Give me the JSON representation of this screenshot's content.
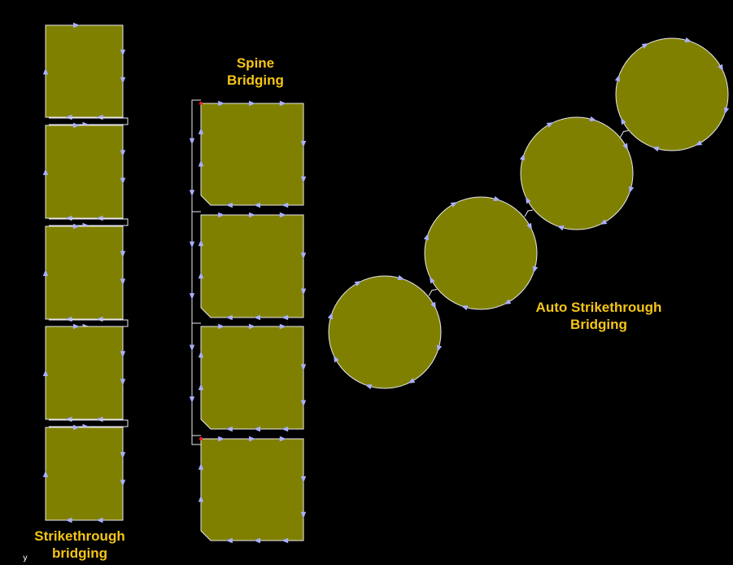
{
  "labels": {
    "strikethrough": [
      "Strikethrough",
      "bridging"
    ],
    "spine": [
      "Spine",
      "Bridging"
    ],
    "auto_strikethrough": [
      "Auto Strikethrough",
      "Bridging"
    ],
    "axis_letter": "y"
  },
  "colors": {
    "shape_fill": "#808000",
    "outline": "#e8e8f0",
    "arrow": "#aab0ff",
    "label": "#f5c518",
    "marker": "#ff2020",
    "background": "#000000"
  }
}
